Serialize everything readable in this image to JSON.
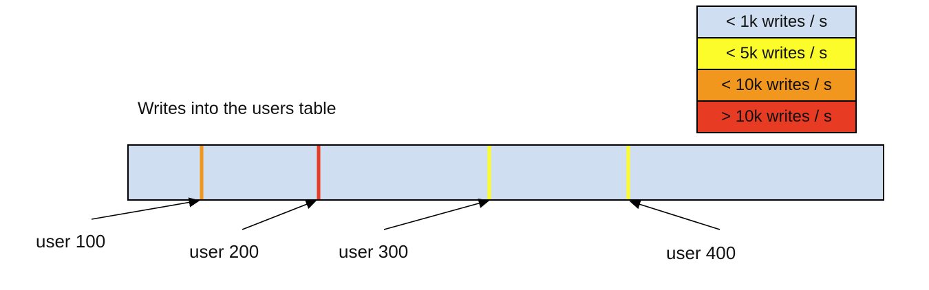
{
  "canvas": {
    "background": "#FFFFFF"
  },
  "title": {
    "text": "Writes into the users table"
  },
  "legend": {
    "items": [
      {
        "label": "< 1k writes / s",
        "color": "#CFDFF1"
      },
      {
        "label": "< 5k writes / s",
        "color": "#FCFC2B"
      },
      {
        "label": "< 10k writes / s",
        "color": "#F2971D"
      },
      {
        "label": "> 10k writes / s",
        "color": "#E73B23"
      }
    ]
  },
  "bar": {
    "fill": "#CFDFF1",
    "border_color": "#000000",
    "markers": [
      {
        "id": "user-100",
        "left_pct": 9.7,
        "color": "#F2971D",
        "rate_category": "< 10k writes / s"
      },
      {
        "id": "user-200",
        "left_pct": 25.2,
        "color": "#E73B23",
        "rate_category": "> 10k writes / s"
      },
      {
        "id": "user-300",
        "left_pct": 47.8,
        "color": "#FCFC2B",
        "rate_category": "< 5k writes / s"
      },
      {
        "id": "user-400",
        "left_pct": 66.2,
        "color": "#FCFC2B",
        "rate_category": "< 5k writes / s"
      }
    ]
  },
  "callouts": [
    {
      "label": "user 100"
    },
    {
      "label": "user 200"
    },
    {
      "label": "user 300"
    },
    {
      "label": "user 400"
    }
  ]
}
